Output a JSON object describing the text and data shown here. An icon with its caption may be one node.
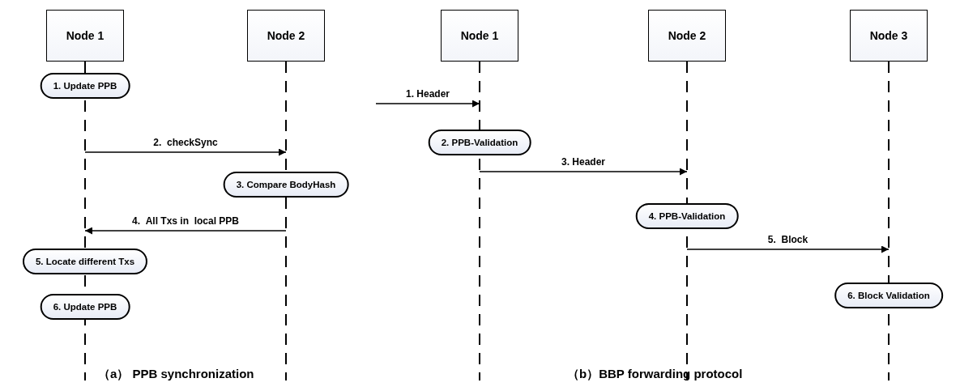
{
  "diagram": {
    "nodes": [
      {
        "text": [
          "Node 1"
        ]
      },
      {
        "text": [
          "Node 2"
        ]
      },
      {
        "text": [
          "1. Update PPB"
        ]
      },
      {
        "text": [
          "3. Compare BodyHash"
        ]
      },
      {
        "text": [
          "5. Locate different Txs"
        ]
      },
      {
        "text": [
          "6. Update PPB"
        ]
      },
      {
        "text": [
          "Node 1"
        ]
      },
      {
        "text": [
          "Node 2"
        ]
      },
      {
        "text": [
          "Node 3"
        ]
      },
      {
        "text": [
          "2. PPB-Validation"
        ]
      },
      {
        "text": [
          "4. PPB-Validation"
        ]
      },
      {
        "text": [
          "6. Block Validation"
        ]
      }
    ],
    "edges": [
      {
        "from": 0,
        "to": 1,
        "arrow": "to",
        "label": "2.  checkSync"
      },
      {
        "from": 1,
        "to": 0,
        "arrow": "to",
        "label": "4.  All Txs in  local PPB"
      },
      {
        "from": null,
        "to": 6,
        "arrow": "to",
        "label": "1. Header"
      },
      {
        "from": 6,
        "to": 7,
        "arrow": "to",
        "label": "3. Header"
      },
      {
        "from": 7,
        "to": 8,
        "arrow": "to",
        "label": "5.  Block"
      }
    ],
    "labels": [
      "（a） PPB synchronization",
      "（b）BBP forwarding protocol"
    ]
  }
}
